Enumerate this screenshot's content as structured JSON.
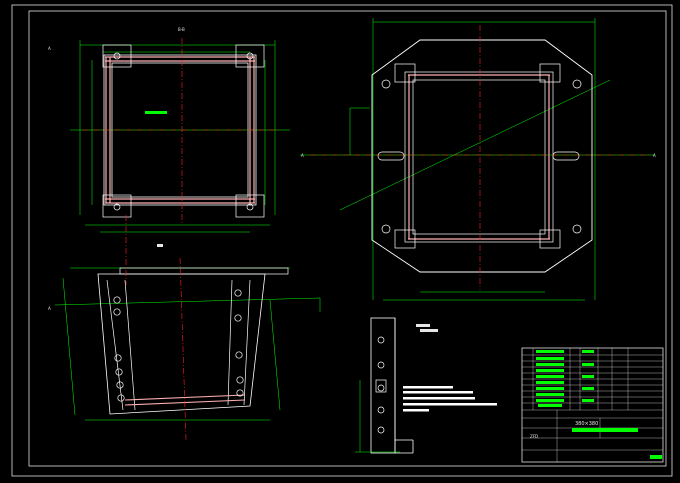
{
  "drawing": {
    "section_label_top": "B-B",
    "section_marker_left_top": "A",
    "section_marker_left_mid": "A",
    "section_marker_right_mid": "A",
    "section_marker_mid_lower": "A",
    "title_block_size": "380×380",
    "title_block_code": "ZFD",
    "colors": {
      "background": "#000000",
      "outline": "#ffffff",
      "dimension": "#00ff00",
      "centerline": "#ff2020",
      "steel": "#ffb0b0",
      "annotation_fill": "#00ff00"
    }
  }
}
